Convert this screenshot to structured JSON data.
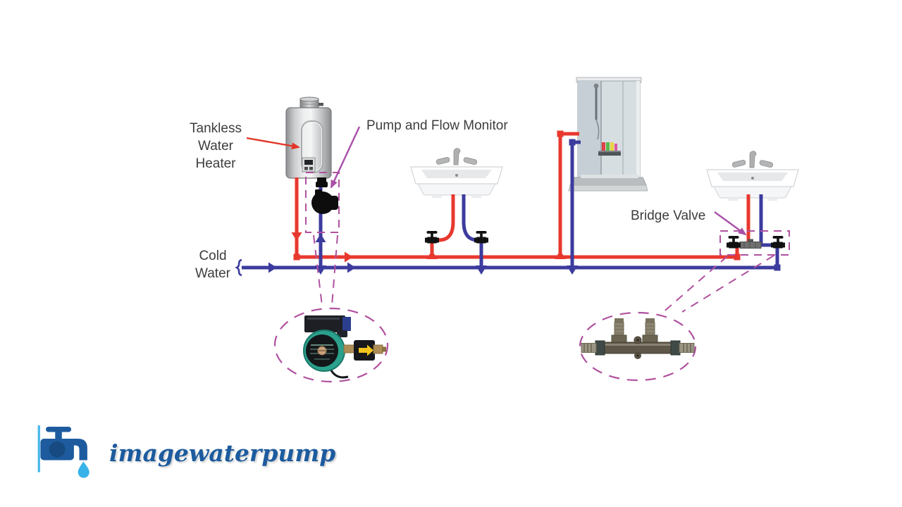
{
  "labels": {
    "tankless": [
      "Tankless",
      "Water",
      "Heater"
    ],
    "pump_monitor": "Pump and Flow Monitor",
    "cold_water": [
      "Cold",
      "Water"
    ],
    "bridge_valve": "Bridge Valve"
  },
  "legend_colors": {
    "hot_pipe": "#e8382e",
    "cold_pipe": "#3c3b9e",
    "callout": "#b0519f"
  },
  "components": {
    "heater": "tankless-water-heater",
    "pump": "recirculation-pump-and-flow-monitor",
    "fixtures": [
      "sink",
      "shower",
      "sink"
    ],
    "valve": "bridge-valve",
    "supply": "cold-water-supply"
  },
  "logo": {
    "text": "imagewaterpump",
    "color": "#1d5b9e",
    "drop_color": "#38b3ea"
  }
}
